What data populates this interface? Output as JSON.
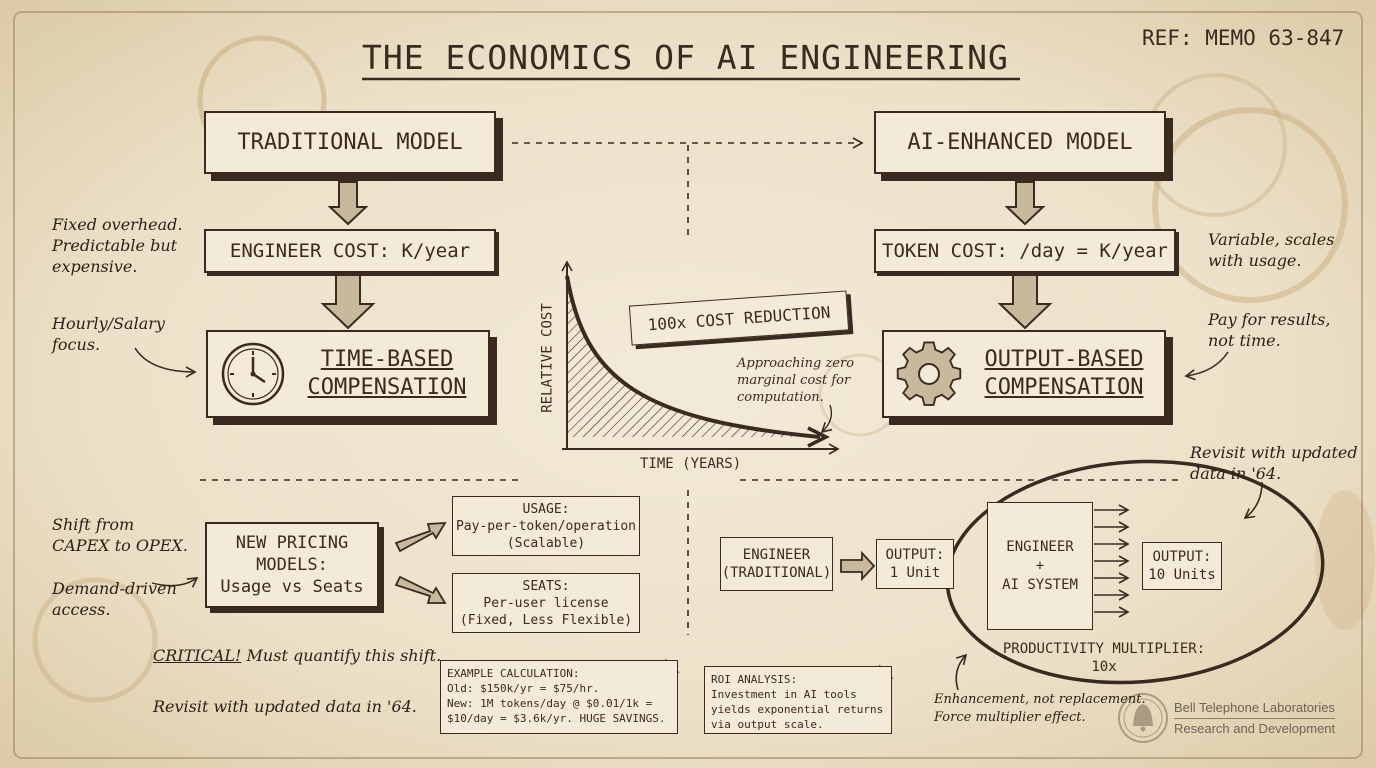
{
  "title": "THE ECONOMICS OF AI ENGINEERING",
  "ref": "REF: MEMO 63-847",
  "traditional": {
    "heading": "TRADITIONAL MODEL",
    "cost": "ENGINEER COST: K/year",
    "comp_line1": "TIME-BASED",
    "comp_line2": "COMPENSATION"
  },
  "ai": {
    "heading": "AI-ENHANCED MODEL",
    "cost": "TOKEN COST: /day = K/year",
    "comp_line1": "OUTPUT-BASED",
    "comp_line2": "COMPENSATION"
  },
  "notes": {
    "fixed_overhead": "Fixed overhead.\nPredictable but\nexpensive.",
    "hourly": "Hourly/Salary\nfocus.",
    "variable": "Variable, scales\nwith usage.",
    "pay_results": "Pay for results,\nnot time.",
    "shift": "Shift from\nCAPEX to OPEX.",
    "demand": "Demand-driven\naccess.",
    "critical_word": "CRITICAL!",
    "critical_rest": " Must quantify this shift.",
    "revisit_left": "Revisit with updated data in '64.",
    "revisit_right": "Revisit with updated\ndata in '64.",
    "enhancement": "Enhancement, not replacement.\nForce multiplier effect."
  },
  "chart": {
    "banner": "100x COST REDUCTION",
    "ylabel": "RELATIVE COST",
    "xlabel": "TIME (YEARS)",
    "annotation": "Approaching zero\nmarginal cost for\ncomputation."
  },
  "chart_data": {
    "type": "area",
    "title": "",
    "xlabel": "TIME (YEARS)",
    "ylabel": "RELATIVE COST",
    "annotations": [
      "100x COST REDUCTION",
      "Approaching zero marginal cost for computation."
    ]
  },
  "pricing": {
    "main": "NEW PRICING\nMODELS:\nUsage vs Seats",
    "usage_title": "USAGE:",
    "usage_body": "Pay-per-token/operation\n(Scalable)",
    "seats_title": "SEATS:",
    "seats_body": "Per-user license\n(Fixed, Less Flexible)"
  },
  "example": {
    "title": "EXAMPLE CALCULATION:",
    "line1": "Old: $150k/yr = $75/hr.",
    "line2": "New: 1M tokens/day @ $0.01/1k =",
    "line3": "$10/day = $3.6k/yr. HUGE SAVINGS."
  },
  "roi": {
    "title": "ROI ANALYSIS:",
    "body": "Investment in AI tools\nyields exponential returns\nvia output scale."
  },
  "productivity": {
    "engineer_trad": "ENGINEER\n(TRADITIONAL)",
    "output1": "OUTPUT:\n1 Unit",
    "engineer_ai": "ENGINEER\n+\nAI SYSTEM",
    "output10": "OUTPUT:\n10 Units",
    "multiplier": "PRODUCTIVITY MULTIPLIER:\n10x"
  },
  "bell": {
    "line1": "Bell Telephone Laboratories",
    "line2": "Research and Development"
  },
  "colors": {
    "paper": "#f3ead8",
    "ink": "#3a2a20",
    "stain": "#c9ad80"
  }
}
